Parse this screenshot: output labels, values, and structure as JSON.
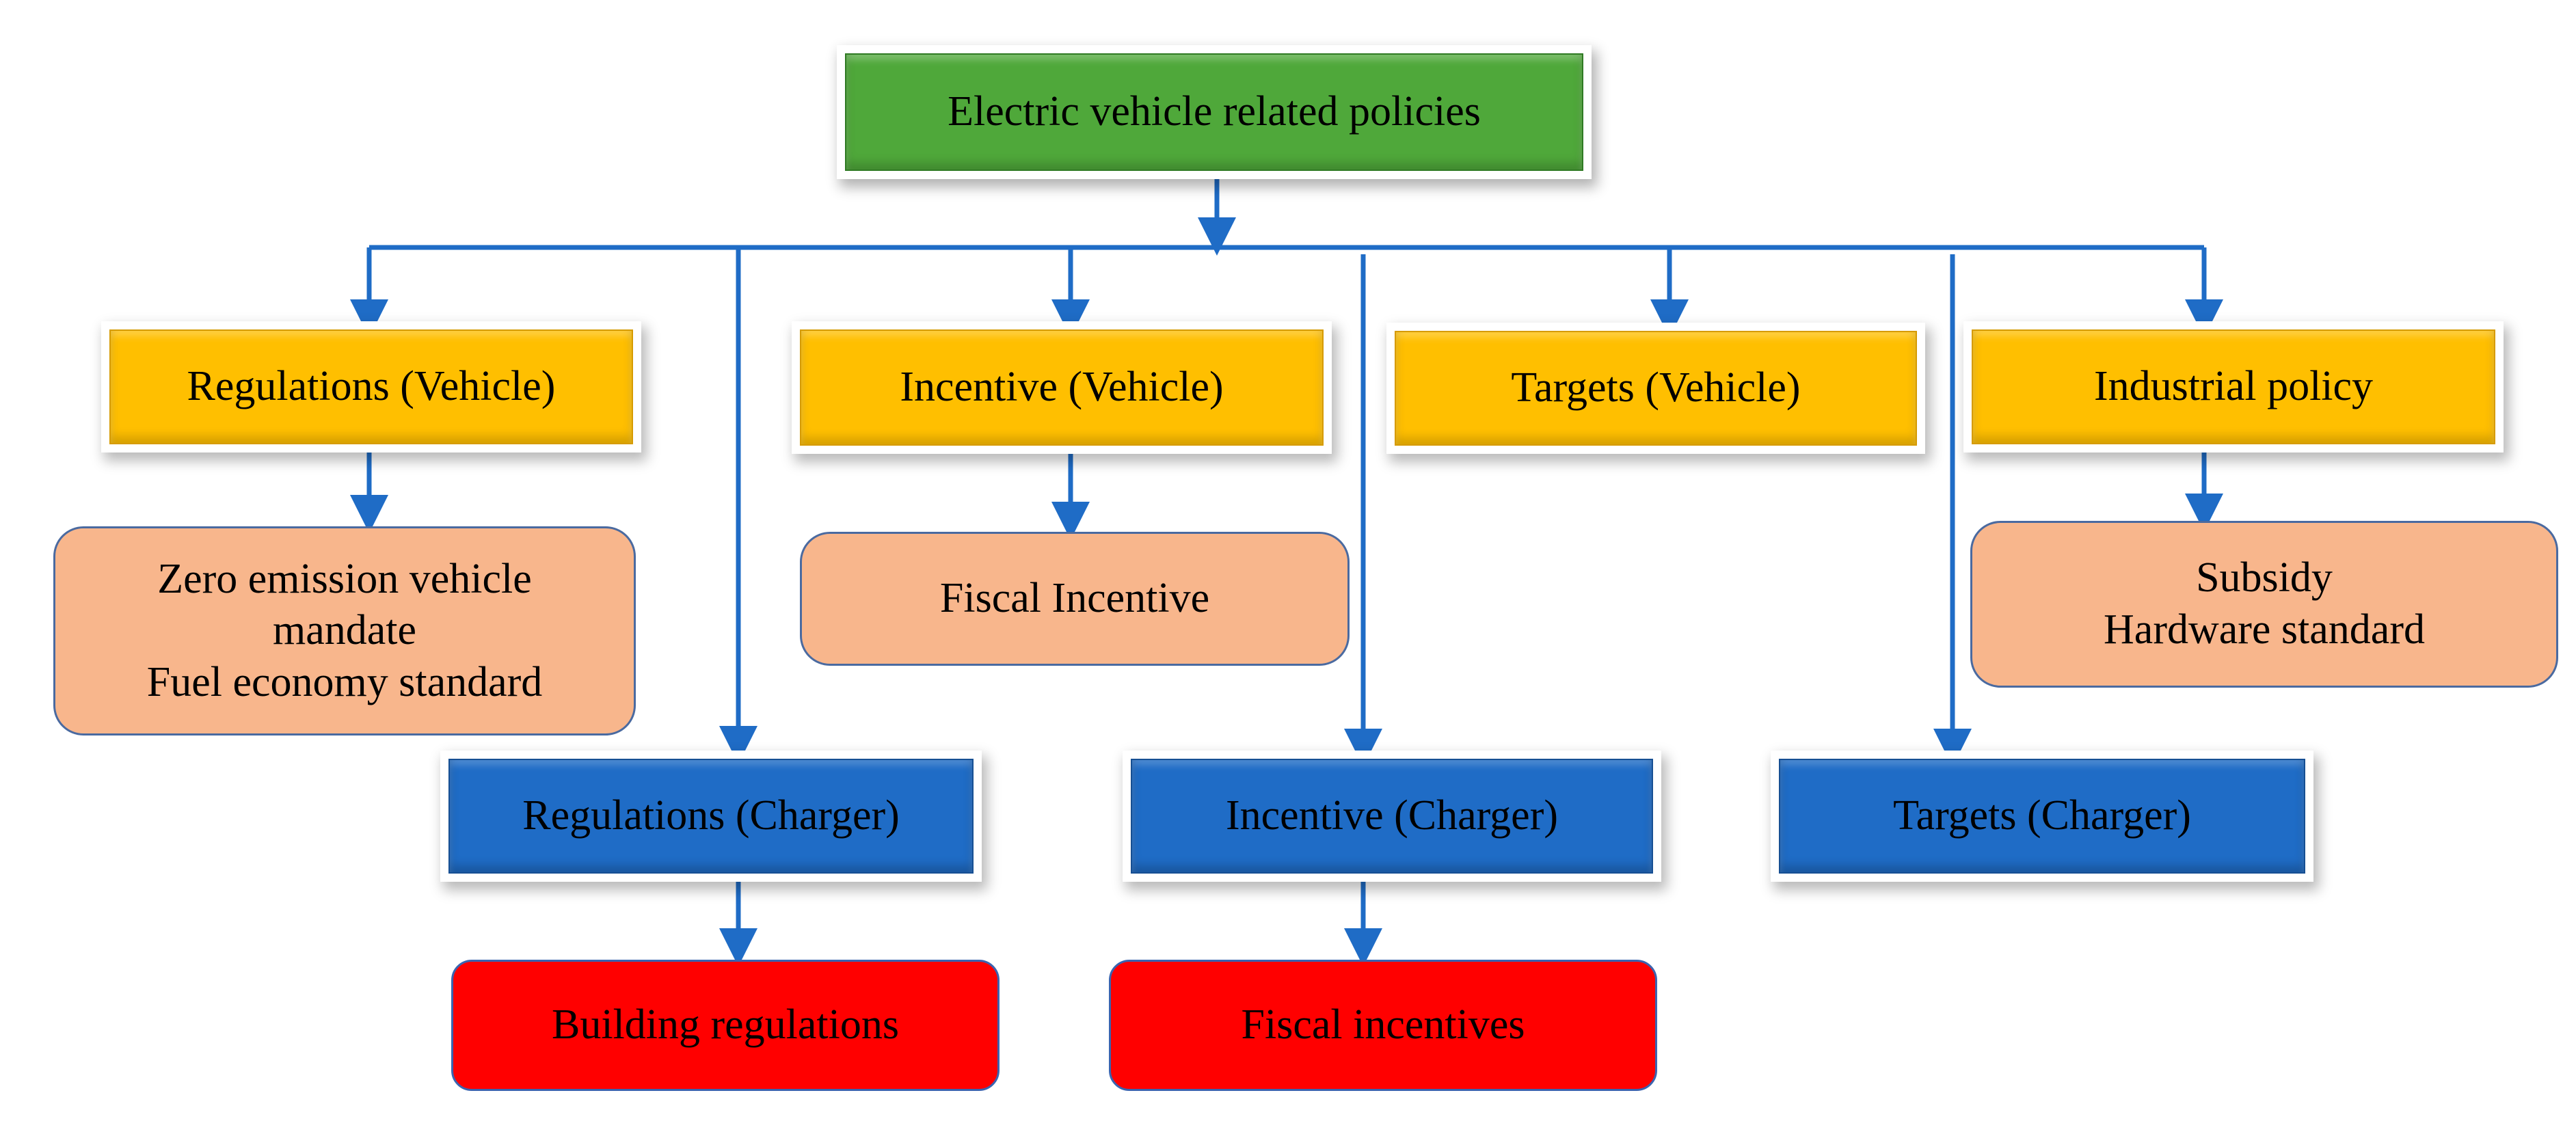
{
  "colors": {
    "root": "#4fa83a",
    "category": "#ffbf00",
    "charger": "#1f6cc6",
    "vehicle_detail": "#f8b68c",
    "charger_detail": "#ff0000",
    "connector": "#1f6cc6"
  },
  "nodes": {
    "root": "Electric vehicle related policies",
    "regulations_vehicle": "Regulations (Vehicle)",
    "incentive_vehicle": "Incentive (Vehicle)",
    "targets_vehicle": "Targets (Vehicle)",
    "industrial_policy": "Industrial policy",
    "zev_lines": [
      "Zero emission vehicle",
      "mandate",
      "Fuel economy standard"
    ],
    "fiscal_incentive": "Fiscal Incentive",
    "industrial_lines": [
      "Subsidy",
      "Hardware standard"
    ],
    "regulations_charger": "Regulations (Charger)",
    "incentive_charger": "Incentive (Charger)",
    "targets_charger": "Targets (Charger)",
    "building_regulations": "Building regulations",
    "fiscal_incentives": "Fiscal incentives"
  }
}
